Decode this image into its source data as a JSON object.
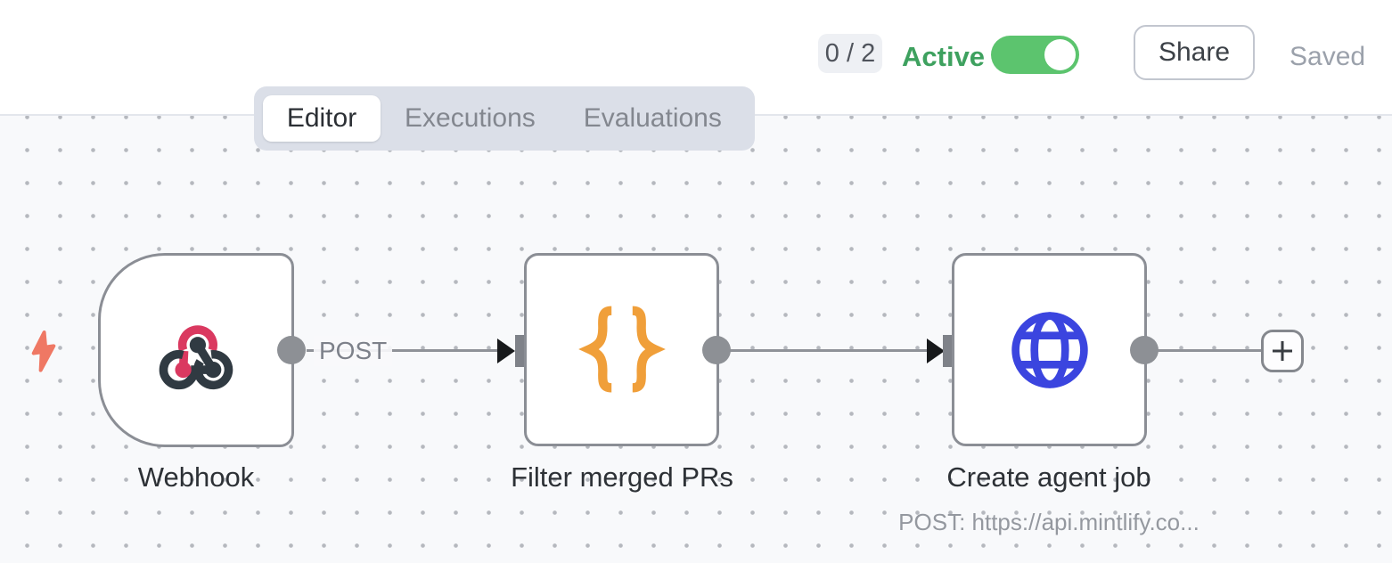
{
  "header": {
    "issues_badge": "0 / 2",
    "active_label": "Active",
    "active_state": "on",
    "share_label": "Share",
    "saved_label": "Saved"
  },
  "tabs": [
    {
      "label": "Editor",
      "active": true
    },
    {
      "label": "Executions",
      "active": false
    },
    {
      "label": "Evaluations",
      "active": false
    }
  ],
  "nodes": [
    {
      "name": "Webhook",
      "type": "webhook-trigger",
      "icon": "webhook-icon",
      "output_label": "POST"
    },
    {
      "name": "Filter merged PRs",
      "type": "code",
      "icon": "code-braces-icon"
    },
    {
      "name": "Create agent job",
      "type": "http-request",
      "icon": "globe-icon",
      "subtitle": "POST: https://api.mintlify.co..."
    }
  ],
  "canvas": {
    "add_node_label": "+"
  },
  "colors": {
    "active_green": "#3ea15f",
    "toggle_green": "#5cc46e",
    "canvas_bg": "#f8f9fb",
    "canvas_dot": "#b5b8be",
    "node_border": "#8b8e95",
    "connector_gray": "#8d9095",
    "trigger_bolt_orange": "#ef7864",
    "webhook_pink": "#da3960",
    "webhook_dark": "#303a42",
    "code_orange": "#f09f3a",
    "http_blue": "#3b45df",
    "tabbar_bg": "#dbdfe8"
  }
}
